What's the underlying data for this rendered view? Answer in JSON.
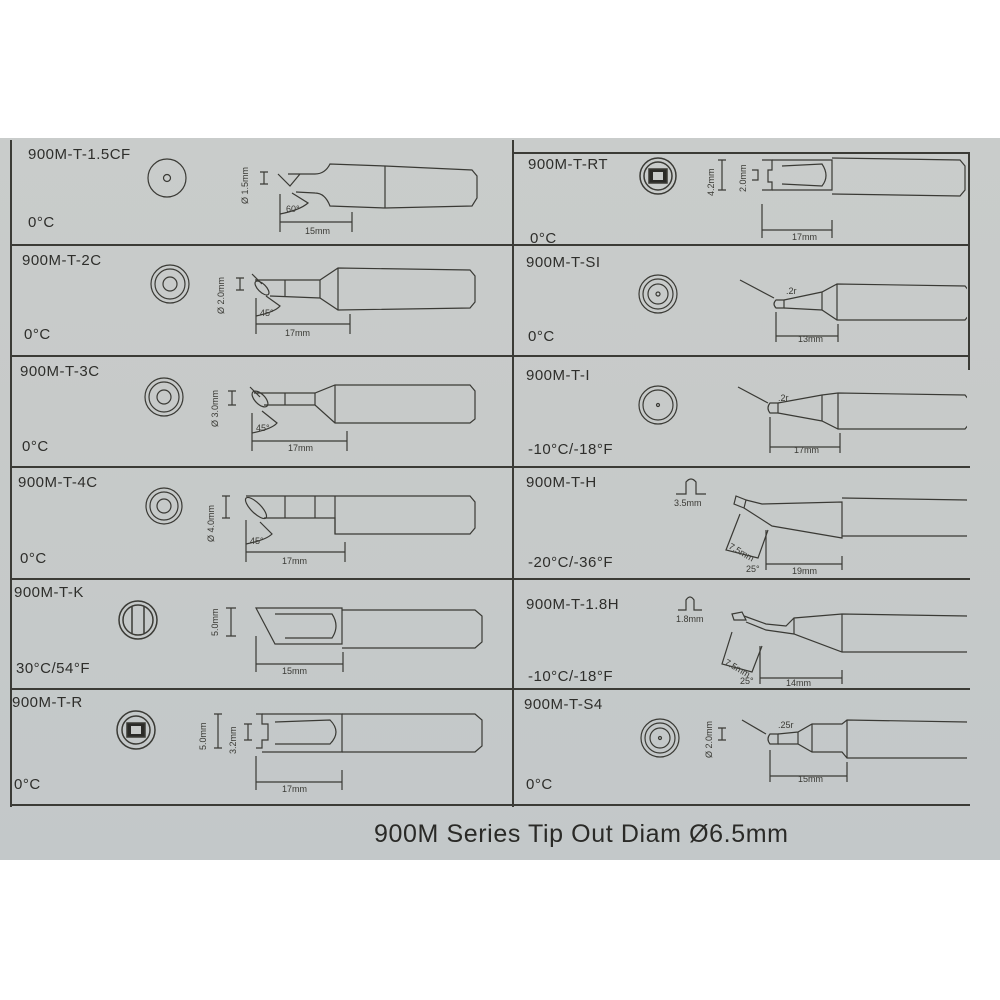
{
  "sheet": {
    "footer_title": "900M Series Tip Out Diam Ø6.5mm",
    "left_column": [
      {
        "model": "900M-T-1.5CF",
        "temp": "0°C",
        "diameter": "Ø 1.5mm",
        "angle": "60°",
        "length": "15mm",
        "end_view": "circle-small-dot"
      },
      {
        "model": "900M-T-2C",
        "temp": "0°C",
        "diameter": "Ø 2.0mm",
        "angle": "45°",
        "length": "17mm",
        "end_view": "double-circle"
      },
      {
        "model": "900M-T-3C",
        "temp": "0°C",
        "diameter": "Ø 3.0mm",
        "angle": "45°",
        "length": "17mm",
        "end_view": "double-circle"
      },
      {
        "model": "900M-T-4C",
        "temp": "0°C",
        "diameter": "Ø 4.0mm",
        "angle": "45°",
        "length": "17mm",
        "end_view": "double-circle"
      },
      {
        "model": "900M-T-K",
        "temp": "30°C/54°F",
        "diameter": "5.0mm",
        "angle": "",
        "length": "15mm",
        "end_view": "circle-with-bars"
      },
      {
        "model": "900M-T-R",
        "temp": "0°C",
        "diameter": "5.0mm",
        "inner": "3.2mm",
        "angle": "",
        "length": "17mm",
        "end_view": "circle-filled-slot"
      }
    ],
    "right_column": [
      {
        "model": "900M-T-RT",
        "temp": "0°C",
        "diameter": "4.2mm",
        "inner": "2.0mm",
        "length": "17mm",
        "end_view": "circle-filled-slot"
      },
      {
        "model": "900M-T-SI",
        "temp": "0°C",
        "radius": ".2r",
        "length": "13mm",
        "end_view": "triple-circle"
      },
      {
        "model": "900M-T-I",
        "temp": "-10°C/-18°F",
        "radius": ".2r",
        "length": "17mm",
        "end_view": "circle-dot"
      },
      {
        "model": "900M-T-H",
        "temp": "-20°C/-36°F",
        "profile": "3.5mm",
        "bend_length": "7.5mm",
        "angle": "25°",
        "length": "19mm",
        "end_view": "bent-profile"
      },
      {
        "model": "900M-T-1.8H",
        "temp": "-10°C/-18°F",
        "profile": "1.8mm",
        "bend_length": "7.5mm",
        "angle": "25°",
        "length": "14mm",
        "end_view": "bent-profile"
      },
      {
        "model": "900M-T-S4",
        "temp": "0°C",
        "diameter": "Ø 2.0mm",
        "radius": ".25r",
        "length": "15mm",
        "end_view": "triple-circle-dot"
      }
    ]
  }
}
